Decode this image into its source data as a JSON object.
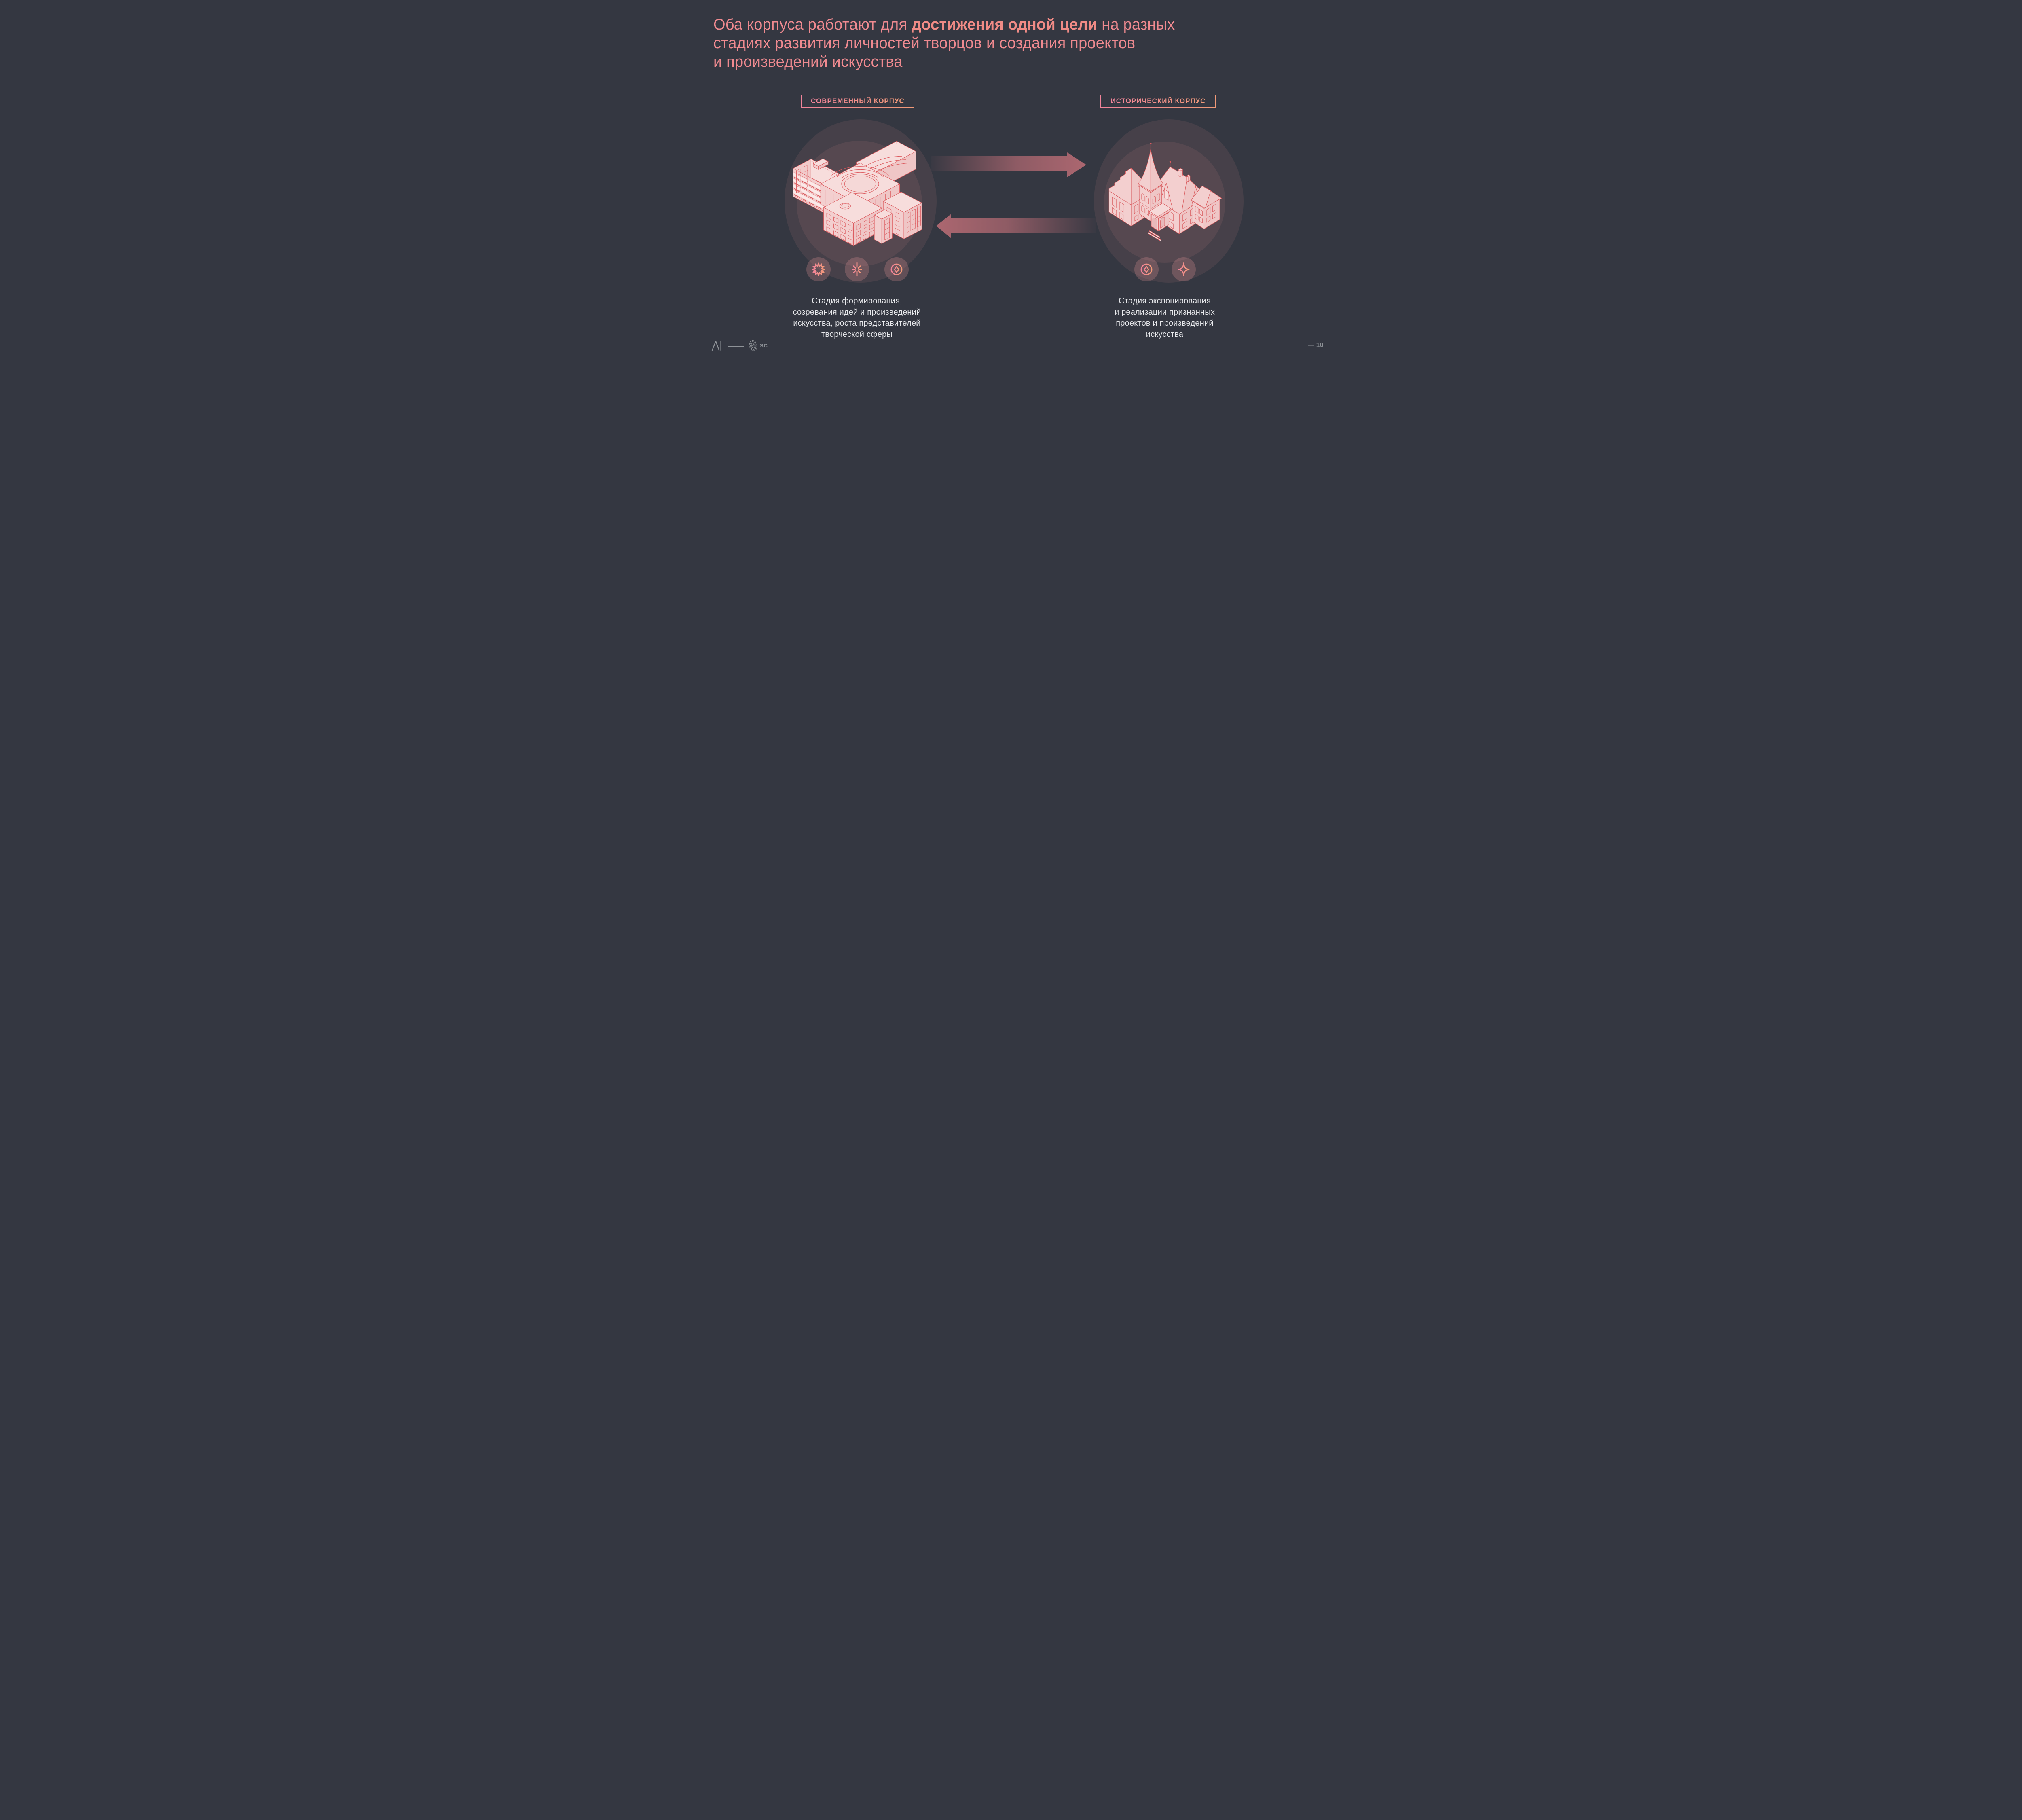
{
  "slide": {
    "title": {
      "line1_pre": "Оба корпуса работают для ",
      "line1_bold": "достижения одной цели",
      "line1_post": " на разных",
      "line2": "стадиях развития личностей творцов и создания проектов",
      "line3": "и произведений искусства"
    },
    "page_number": "— 10"
  },
  "left_panel": {
    "label": "СОВРЕМЕННЫЙ КОРПУС",
    "building": "modern-cultural-center-isometric",
    "icons": [
      "starburst-icon",
      "rays-burst-icon",
      "diamond-target-icon"
    ],
    "caption_lines": [
      "Стадия формирования,",
      "созревания идей и произведений",
      "искусства, роста представителей",
      "творческой сферы"
    ]
  },
  "right_panel": {
    "label": "ИСТОРИЧЕСКИЙ КОРПУС",
    "building": "historic-mansion-isometric",
    "icons": [
      "diamond-target-icon",
      "sparkle-icon"
    ],
    "caption_lines": [
      "Стадия экспонирования",
      "и реализации признанных",
      "проектов и произведений",
      "искусства"
    ]
  },
  "footer": {
    "brand_left": "ΛI",
    "brand_right": "SC"
  },
  "colors": {
    "background": "#343741",
    "title_pink": "#EF8A90",
    "accent_pink": "#F2849A",
    "accent_orange": "#F19A78",
    "arrow_rose": "#B16972",
    "building_fill": "#F5D8D7",
    "building_line": "#DC5A5E",
    "caption_text": "#E8E9EC",
    "footer_gray": "#8E9297"
  }
}
